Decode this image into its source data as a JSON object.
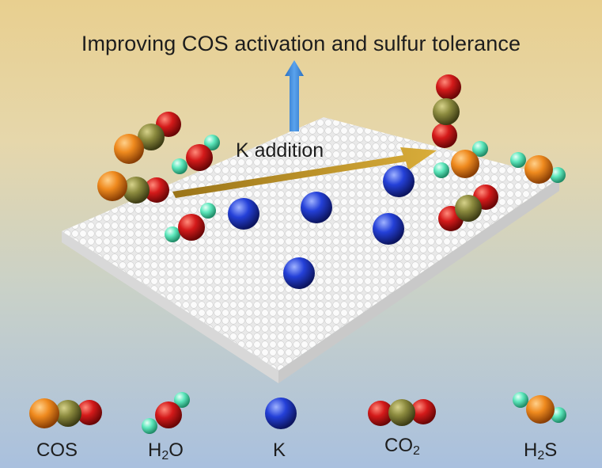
{
  "diagram": {
    "title": "Improving COS activation and sulfur tolerance",
    "arrow_label": "K addition"
  },
  "legend": {
    "cos": {
      "label": "COS"
    },
    "h2o": {
      "pre": "H",
      "sub": "2",
      "post": "O"
    },
    "k": {
      "label": "K"
    },
    "co2": {
      "pre": "CO",
      "sub": "2",
      "post": ""
    },
    "h2s": {
      "pre": "H",
      "sub": "2",
      "post": "S"
    }
  },
  "colors": {
    "sulfur": "#ef8a1e",
    "carbon": "#8b8a3e",
    "oxygen": "#d41a1a",
    "hydrogen": "#5ee8bd",
    "potassium": "#2440d8",
    "arrow_up": "#3b86d6",
    "arrow_right": "#c89a28",
    "surface": "#f3f3f3"
  }
}
